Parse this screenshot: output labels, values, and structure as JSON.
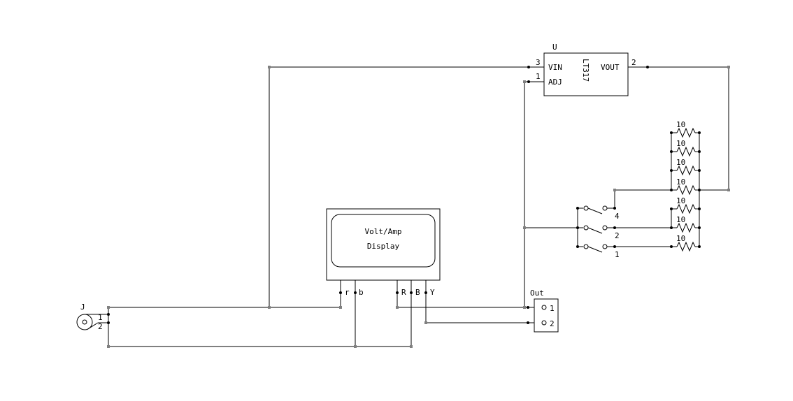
{
  "regulator": {
    "ref": "U",
    "part": "LT317",
    "pin_vin_num": "3",
    "pin_vin_label": "VIN",
    "pin_adj_num": "1",
    "pin_adj_label": "ADJ",
    "pin_vout_num": "2",
    "pin_vout_label": "VOUT"
  },
  "resistors": [
    "10",
    "10",
    "10",
    "10",
    "10",
    "10",
    "10"
  ],
  "switches": [
    {
      "label": "4"
    },
    {
      "label": "2"
    },
    {
      "label": "1"
    }
  ],
  "display": {
    "line1": "Volt/Amp",
    "line2": "Display",
    "pins": [
      "r",
      "b",
      "R",
      "B",
      "Y"
    ]
  },
  "input_jack": {
    "ref": "J",
    "pin1": "1",
    "pin2": "2"
  },
  "output_connector": {
    "ref": "Out",
    "pin1": "1",
    "pin2": "2"
  }
}
